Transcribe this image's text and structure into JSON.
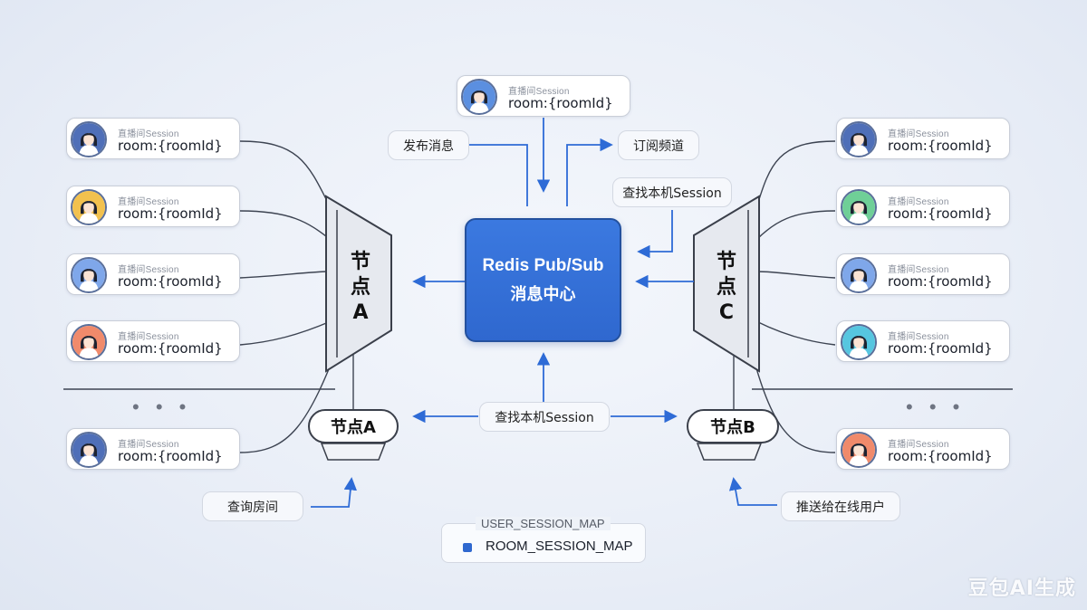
{
  "sessions": {
    "top": {
      "label": "直播间Session",
      "room": "room:{roomId}",
      "color": "#5b8fe0"
    },
    "left": [
      {
        "label": "直播间Session",
        "room": "room:{roomId}",
        "color": "#4f6fb8"
      },
      {
        "label": "直播间Session",
        "room": "room:{roomId}",
        "color": "#f2c14e"
      },
      {
        "label": "直播间Session",
        "room": "room:{roomId}",
        "color": "#7fa7ea"
      },
      {
        "label": "直播间Session",
        "room": "room:{roomId}",
        "color": "#f08a6b"
      },
      {
        "label": "直播间Session",
        "room": "room:{roomId}",
        "color": "#4f6fb8"
      }
    ],
    "right": [
      {
        "label": "直播间Session",
        "room": "room:{roomId}",
        "color": "#4f6fb8"
      },
      {
        "label": "直播间Session",
        "room": "room:{roomId}",
        "color": "#6fcf97"
      },
      {
        "label": "直播间Session",
        "room": "room:{roomId}",
        "color": "#7fa7ea"
      },
      {
        "label": "直播间Session",
        "room": "room:{roomId}",
        "color": "#56c6e0"
      },
      {
        "label": "直播间Session",
        "room": "room:{roomId}",
        "color": "#f08a6b"
      }
    ]
  },
  "redis": {
    "line1": "Redis Pub/Sub",
    "line2": "消息中心"
  },
  "tags": {
    "publish": "发布消息",
    "subscribe": "订阅频道",
    "find_local_top": "查找本机Session",
    "find_local_bottom": "查找本机Session",
    "query_room": "查询房间",
    "push_online": "推送给在线用户"
  },
  "nodes": {
    "node_a_vertical": "节\n点\nA",
    "node_c_vertical": "节\n点\nC",
    "node_a_pill": "节点A",
    "node_b_pill": "节点B"
  },
  "map": {
    "title": "USER_SESSION_MAP",
    "item": "ROOM_SESSION_MAP"
  },
  "ellipsis": "• • •",
  "watermark": "豆包AI生成",
  "colors": {
    "accent": "#2f68cf",
    "arrow": "#2e6bd6",
    "wire": "#3d4452"
  }
}
